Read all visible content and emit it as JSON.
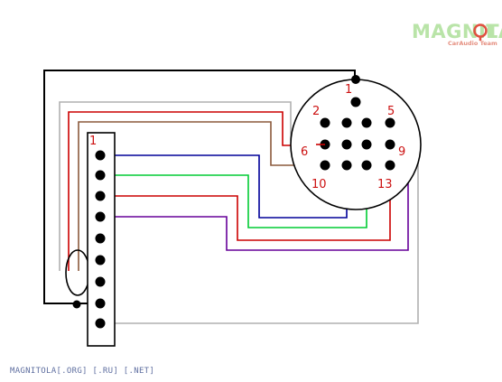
{
  "logo": {
    "main": "MAGNIT",
    "main_end": "LA",
    "sub": "CarAudio Team"
  },
  "round_connector": {
    "pin_labels": [
      "1",
      "2",
      "5",
      "6",
      "9",
      "10",
      "13"
    ]
  },
  "strip_connector": {
    "pin_label": "1"
  },
  "colors": {
    "black": "#000000",
    "gray": "#b0b0b0",
    "red": "#cc0000",
    "brown": "#8b5a3c",
    "blue": "#000099",
    "green": "#00cc33",
    "purple": "#660099",
    "logo_green": "#b9e4a8",
    "logo_red": "#e05040"
  },
  "footer": "MAGNITOLA[.ORG] [.RU] [.NET]"
}
